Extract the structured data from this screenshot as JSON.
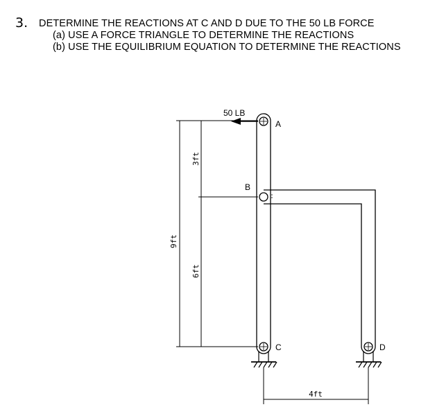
{
  "problem": {
    "number": "3.",
    "statement": "DETERMINE THE REACTIONS AT C AND D DUE TO THE 50 LB FORCE",
    "part_a": "(a) USE A FORCE TRIANGLE TO DETERMINE THE REACTIONS",
    "part_b": "(b) USE THE EQUILIBRIUM EQUATION TO DETERMINE THE REACTIONS"
  },
  "figure": {
    "force_label": "50 LB",
    "points": {
      "a": "A",
      "b": "B",
      "c": "C",
      "d": "D"
    },
    "dimensions": {
      "total_height": "9ft",
      "upper_height": "3ft",
      "lower_height": "6ft",
      "horizontal": "4ft"
    }
  }
}
